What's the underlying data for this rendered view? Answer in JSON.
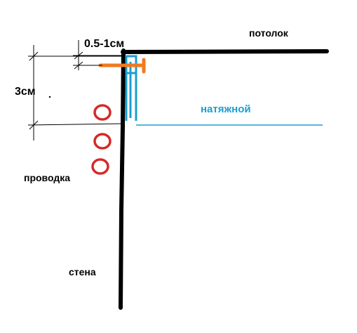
{
  "labels": {
    "ceiling": "потолок",
    "stretch_ceiling": "натяжной",
    "gap": "0.5-1см",
    "distance": "3см",
    "wiring": "проводка",
    "wall": "стена"
  },
  "colors": {
    "structure": "#000000",
    "stretch_ceiling": "#1a9fd0",
    "profile": "#1a9fd0",
    "fastener": "#f07a20",
    "wiring": "#d42a2a",
    "dimension": "#000000"
  },
  "icons": {
    "fastener": "screw-icon",
    "wiring": "wire-cross-section-icon",
    "profile": "baguette-profile-icon"
  }
}
